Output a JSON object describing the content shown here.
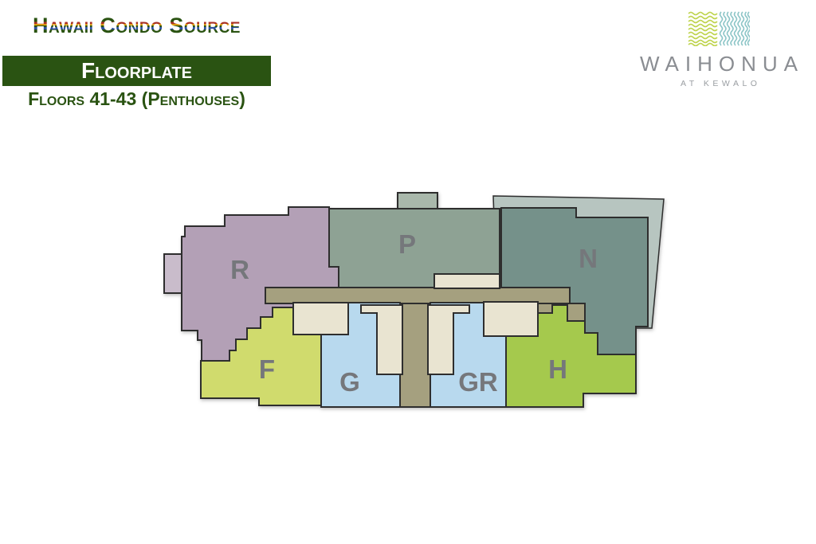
{
  "header": {
    "site_name": "Hawaii Condo Source",
    "banner_label": "Floorplate",
    "subtitle": "Floors 41-43 (Penthouses)"
  },
  "brand": {
    "name": "WAIHONUA",
    "tagline": "AT KEWALO",
    "icon_green_color": "#bfd44e",
    "icon_teal_color": "#8cc5c7"
  },
  "theme": {
    "accent_green": "#2a5312",
    "banner_text_color": "#ffffff",
    "background": "#ffffff"
  },
  "floorplate": {
    "units": [
      {
        "label": "R",
        "color": "#b3a0b6"
      },
      {
        "label": "P",
        "color": "#8ea294"
      },
      {
        "label": "N",
        "color": "#74918a"
      },
      {
        "label": "F",
        "color": "#d0db6d"
      },
      {
        "label": "G",
        "color": "#b8d9ee"
      },
      {
        "label": "GR",
        "color": "#b8d9ee"
      },
      {
        "label": "H",
        "color": "#a5c94d"
      }
    ],
    "corridor_color": "#a5a07f",
    "lanai_color": "#e9e4d1",
    "outline_color": "#2e2e2e",
    "label_color": "#75777b",
    "shadow_color": "#b7c5c0",
    "r_annex_color": "#c9bccb",
    "p_roof_color": "#a9b8ab"
  }
}
